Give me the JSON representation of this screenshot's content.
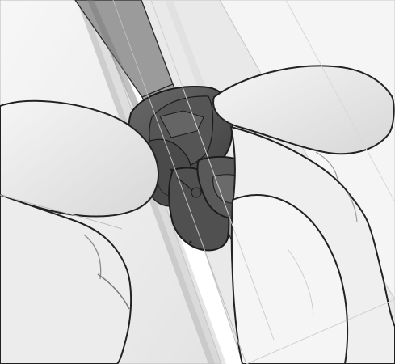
{
  "illustration": {
    "colors": {
      "background": "#ffffff",
      "outline": "#1f1f1f",
      "surface_light": "#f1f1f1",
      "surface_mid": "#e2e2e2",
      "surface_shadow": "#cfcfcf",
      "strap": "#9d9d9d",
      "strap_dark": "#6f6f6f",
      "clip_dark": "#4a4a4a",
      "clip_mid": "#5d5d5d",
      "clip_light": "#777777"
    },
    "parts": [
      "left-hand",
      "right-hand",
      "clip",
      "strap",
      "panel"
    ]
  }
}
